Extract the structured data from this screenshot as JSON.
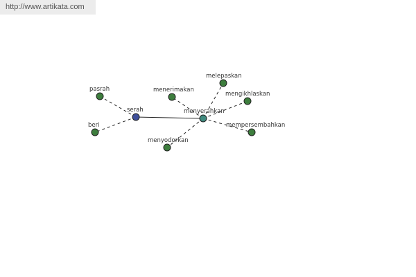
{
  "banner": {
    "url_text": "http://www.artikata.com"
  },
  "colors": {
    "primary_node": "#3f4f9a",
    "hub_node": "#3f8a7e",
    "leaf_node": "#3d7d3d",
    "node_stroke": "#222222",
    "edge": "#222222"
  },
  "graph": {
    "nodes": [
      {
        "id": "serah",
        "label": "serah",
        "kind": "primary"
      },
      {
        "id": "menyerahkan",
        "label": "menyerahkan",
        "kind": "hub"
      },
      {
        "id": "pasrah",
        "label": "pasrah",
        "kind": "leaf"
      },
      {
        "id": "beri",
        "label": "beri",
        "kind": "leaf"
      },
      {
        "id": "menerimakan",
        "label": "menerimakan",
        "kind": "leaf"
      },
      {
        "id": "melepaskan",
        "label": "melepaskan",
        "kind": "leaf"
      },
      {
        "id": "mengikhlaskan",
        "label": "mengikhlaskan",
        "kind": "leaf"
      },
      {
        "id": "mempersembahkan",
        "label": "mempersembahkan",
        "kind": "leaf"
      },
      {
        "id": "menyodorkan",
        "label": "menyodorkan",
        "kind": "leaf"
      }
    ],
    "edges": [
      {
        "from": "serah",
        "to": "menyerahkan",
        "style": "solid"
      },
      {
        "from": "serah",
        "to": "pasrah",
        "style": "dashed"
      },
      {
        "from": "serah",
        "to": "beri",
        "style": "dashed"
      },
      {
        "from": "menyerahkan",
        "to": "menerimakan",
        "style": "dashed"
      },
      {
        "from": "menyerahkan",
        "to": "melepaskan",
        "style": "dashed"
      },
      {
        "from": "menyerahkan",
        "to": "mengikhlaskan",
        "style": "dashed"
      },
      {
        "from": "menyerahkan",
        "to": "mempersembahkan",
        "style": "dashed"
      },
      {
        "from": "menyerahkan",
        "to": "menyodorkan",
        "style": "dashed"
      }
    ]
  }
}
